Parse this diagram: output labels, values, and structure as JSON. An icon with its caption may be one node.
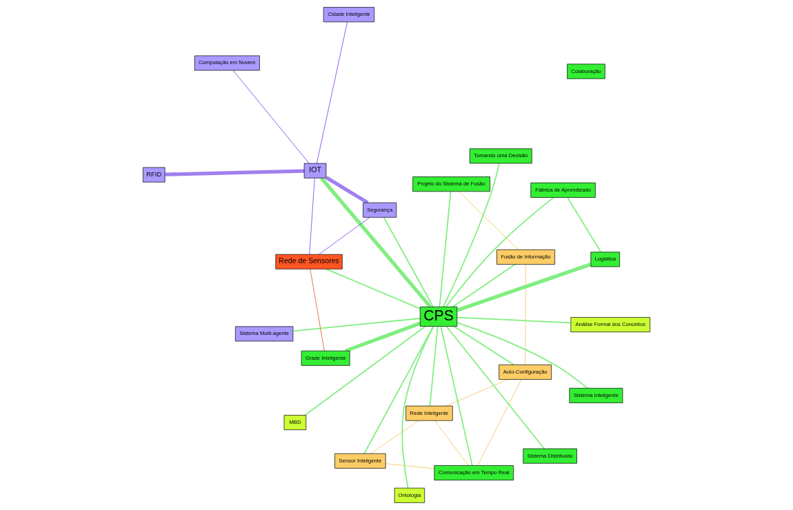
{
  "diagram": {
    "nodes": [
      {
        "text": [
          "Sensor Inteligente"
        ]
      },
      {
        "text": [
          "Auto-Configuração"
        ]
      },
      {
        "text": [
          "Rede Inteligente"
        ]
      },
      {
        "text": [
          "Fusão de Informação"
        ]
      },
      {
        "text": [
          "Comunicação em Tempo Real"
        ]
      },
      {
        "text": [
          "Projeto do Sistema de Fusão"
        ]
      },
      {
        "text": [
          "MBD"
        ]
      },
      {
        "text": [
          "Análise Formal dos Conceitos"
        ]
      },
      {
        "text": [
          "CPS"
        ]
      },
      {
        "text": [
          "Grade Inteligente"
        ]
      },
      {
        "text": [
          "Ontologia"
        ]
      },
      {
        "text": [
          "Sistema Multi-agente"
        ]
      },
      {
        "text": [
          "Logística"
        ]
      },
      {
        "text": [
          "Fábrica de Aprendizado"
        ]
      },
      {
        "text": [
          "Tomando uma Decisão"
        ]
      },
      {
        "text": [
          "Sistema Inteligente"
        ]
      },
      {
        "text": [
          "Sistema Distribuido"
        ]
      },
      {
        "text": [
          "Segurança"
        ]
      },
      {
        "text": [
          "Colaboração"
        ]
      },
      {
        "text": [
          "Rede de Sensores"
        ]
      },
      {
        "text": [
          "IOT"
        ]
      },
      {
        "text": [
          "Cidade Inteligente"
        ]
      },
      {
        "text": [
          "RFID"
        ]
      },
      {
        "text": [
          "Computação em Nuvem"
        ]
      }
    ],
    "edges": [
      {
        "from": 8,
        "to": 0,
        "arrow": "none"
      },
      {
        "from": 8,
        "to": 1,
        "arrow": "none"
      },
      {
        "from": 8,
        "to": 2,
        "arrow": "none"
      },
      {
        "from": 8,
        "to": 3,
        "arrow": "none"
      },
      {
        "from": 8,
        "to": 4,
        "arrow": "none"
      },
      {
        "from": 8,
        "to": 5,
        "arrow": "none"
      },
      {
        "from": 8,
        "to": 6,
        "arrow": "none"
      },
      {
        "from": 8,
        "to": 7,
        "arrow": "none"
      },
      {
        "from": 8,
        "to": 9,
        "arrow": "none",
        "style": "thick"
      },
      {
        "from": 8,
        "to": 10,
        "arrow": "none"
      },
      {
        "from": 8,
        "to": 11,
        "arrow": "none"
      },
      {
        "from": 8,
        "to": 12,
        "arrow": "none",
        "style": "thick"
      },
      {
        "from": 8,
        "to": 13,
        "arrow": "none"
      },
      {
        "from": 8,
        "to": 14,
        "arrow": "none"
      },
      {
        "from": 8,
        "to": 15,
        "arrow": "none"
      },
      {
        "from": 8,
        "to": 16,
        "arrow": "none"
      },
      {
        "from": 8,
        "to": 17,
        "arrow": "none"
      },
      {
        "from": 8,
        "to": 19,
        "arrow": "none"
      },
      {
        "from": 8,
        "to": 20,
        "arrow": "none",
        "style": "thick"
      },
      {
        "from": 12,
        "to": 13,
        "arrow": "none"
      },
      {
        "from": 1,
        "to": 2,
        "arrow": "none",
        "color": "#f5c860"
      },
      {
        "from": 1,
        "to": 3,
        "arrow": "none",
        "color": "#f5c860"
      },
      {
        "from": 1,
        "to": 4,
        "arrow": "none",
        "color": "#f5c860"
      },
      {
        "from": 0,
        "to": 2,
        "arrow": "none",
        "color": "#f5c860"
      },
      {
        "from": 0,
        "to": 4,
        "arrow": "none",
        "color": "#f5c860"
      },
      {
        "from": 2,
        "to": 4,
        "arrow": "none",
        "color": "#f5c860"
      },
      {
        "from": 3,
        "to": 5,
        "arrow": "none",
        "color": "#f5c860"
      },
      {
        "from": 9,
        "to": 19,
        "arrow": "none",
        "color": "#e06040"
      },
      {
        "from": 19,
        "to": 17,
        "arrow": "none",
        "color": "#8844ee"
      },
      {
        "from": 20,
        "to": 17,
        "arrow": "none",
        "style": "thick",
        "color": "#a080f0"
      },
      {
        "from": 19,
        "to": 20,
        "arrow": "none",
        "color": "#8844ee"
      },
      {
        "from": 20,
        "to": 22,
        "arrow": "none",
        "style": "thick",
        "color": "#a080f0"
      },
      {
        "from": 20,
        "to": 21,
        "arrow": "none",
        "color": "#8844ee"
      },
      {
        "from": 20,
        "to": 23,
        "arrow": "none",
        "color": "#8844ee"
      }
    ]
  }
}
